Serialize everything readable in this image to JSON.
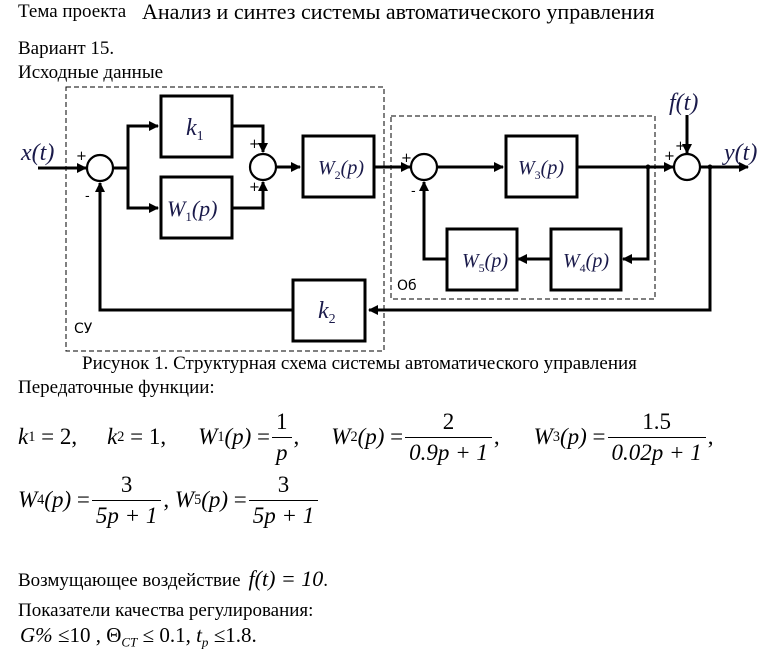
{
  "header": {
    "topic_label": "Тема проекта",
    "topic_value": "Анализ и синтез системы автоматического управления",
    "variant": "Вариант 15.",
    "initial_data": "Исходные данные"
  },
  "diagram": {
    "input_signal": "x(t)",
    "output_signal": "y(t)",
    "disturbance_signal": "f(t)",
    "controller_label": "СУ",
    "plant_label": "Об",
    "blocks": {
      "k1": {
        "sym": "k",
        "sub": "1"
      },
      "k2": {
        "sym": "k",
        "sub": "2"
      },
      "w1": {
        "sym": "W",
        "sub": "1",
        "arg": "(p)"
      },
      "w2": {
        "sym": "W",
        "sub": "2",
        "arg": "(p)"
      },
      "w3": {
        "sym": "W",
        "sub": "3",
        "arg": "(p)"
      },
      "w4": {
        "sym": "W",
        "sub": "4",
        "arg": "(p)"
      },
      "w5": {
        "sym": "W",
        "sub": "5",
        "arg": "(p)"
      }
    },
    "signs": {
      "plus": "+",
      "minus": "-"
    }
  },
  "figure_caption": "Рисунок 1. Структурная схема системы автоматического управления",
  "transfer_functions": {
    "heading": "Передаточные функции:",
    "k1": {
      "name": "k",
      "sub": "1",
      "value": "2"
    },
    "k2": {
      "name": "k",
      "sub": "2",
      "value": "1"
    },
    "w1": {
      "name": "W",
      "sub": "1",
      "arg": "(p)",
      "num": "1",
      "den": "p"
    },
    "w2": {
      "name": "W",
      "sub": "2",
      "arg": "(p)",
      "num": "2",
      "den": "0.9p + 1"
    },
    "w3": {
      "name": "W",
      "sub": "3",
      "arg": "(p)",
      "num": "1.5",
      "den": "0.02p + 1"
    },
    "w4": {
      "name": "W",
      "sub": "4",
      "arg": "(p)",
      "num": "3",
      "den": "5p + 1"
    },
    "w5": {
      "name": "W",
      "sub": "5",
      "arg": "(p)",
      "num": "3",
      "den": "5p + 1"
    }
  },
  "disturbance": {
    "label": "Возмущающее воздействие",
    "expr": "f(t) = 10"
  },
  "quality": {
    "heading": "Показатели качества регулирования:",
    "overshoot": {
      "sym": "G%",
      "op": "≤",
      "value": "10"
    },
    "static_error": {
      "sym": "Θ",
      "sub": "CT",
      "op": "≤",
      "value": "0.1"
    },
    "settling_time": {
      "sym": "t",
      "sub": "p",
      "op": "≤",
      "value": "1.8"
    }
  },
  "colors": {
    "line": "#000000",
    "math_text": "#1a1a4a",
    "dashed_border": "#000000"
  }
}
